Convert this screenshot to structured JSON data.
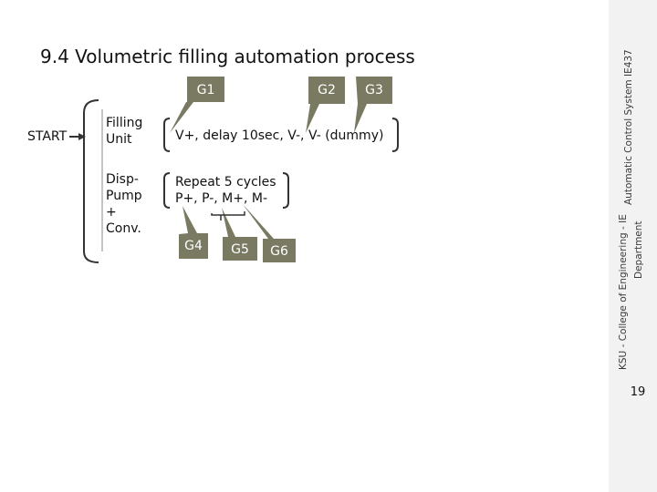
{
  "slide": {
    "title": "9.4 Volumetric filling automation process",
    "start_label": "START",
    "rows": [
      {
        "unit": "Filling\nUnit",
        "action": "V+, delay 10sec, V-, V- (dummy)"
      },
      {
        "unit": "Disp-\nPump\n+\nConv.",
        "action": "Repeat 5 cycles\nP+, P-, M+, M-"
      }
    ],
    "groups": [
      "G1",
      "G2",
      "G3",
      "G4",
      "G5",
      "G6"
    ],
    "callout_color": "#7a7a63"
  },
  "sidebar": {
    "line1": "Automatic Control System IE437",
    "line2": "KSU - College of Engineering - IE",
    "line3": "Department",
    "page_number": "19"
  }
}
